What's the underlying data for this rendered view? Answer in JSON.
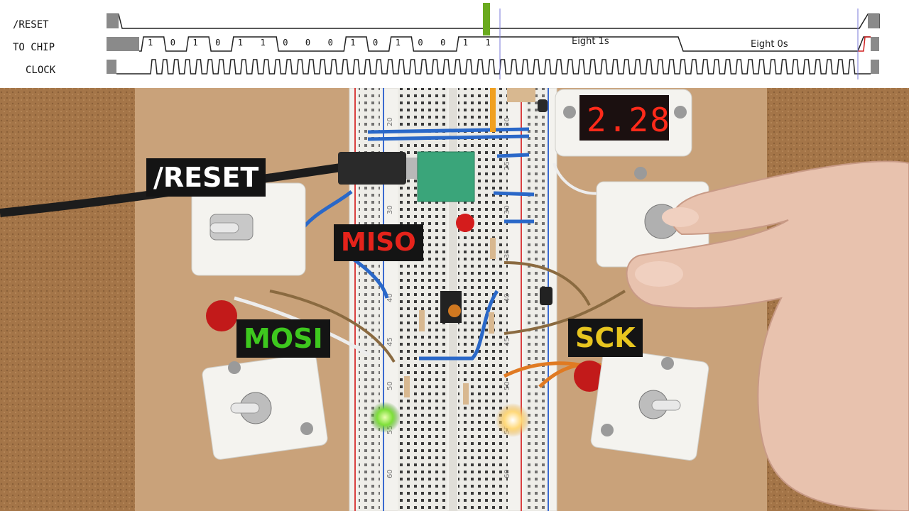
{
  "timing": {
    "labels": [
      "/RESET",
      "TO CHIP",
      "CLOCK"
    ],
    "bits": [
      "1",
      "0",
      "1",
      "0",
      "1",
      "1",
      "0",
      "0",
      "0",
      "1",
      "0",
      "1",
      "0",
      "0",
      "1",
      "1"
    ],
    "eight_ones": "Eight 1s",
    "eight_zeros": "Eight 0s",
    "cursor_color": "#6aaa1e"
  },
  "overlay_labels": {
    "reset": "/RESET",
    "miso": "MISO",
    "mosi": "MOSI",
    "sck": "SCK"
  },
  "label_colors": {
    "reset": "#ffffff",
    "miso": "#e5231b",
    "mosi": "#3ec81e",
    "sck": "#e8c61f"
  },
  "display": {
    "value": "2.28",
    "color": "#ff2a1a"
  },
  "breadboard": {
    "row_numbers": [
      "20",
      "25",
      "30",
      "35",
      "40",
      "45",
      "50",
      "55",
      "60"
    ]
  }
}
